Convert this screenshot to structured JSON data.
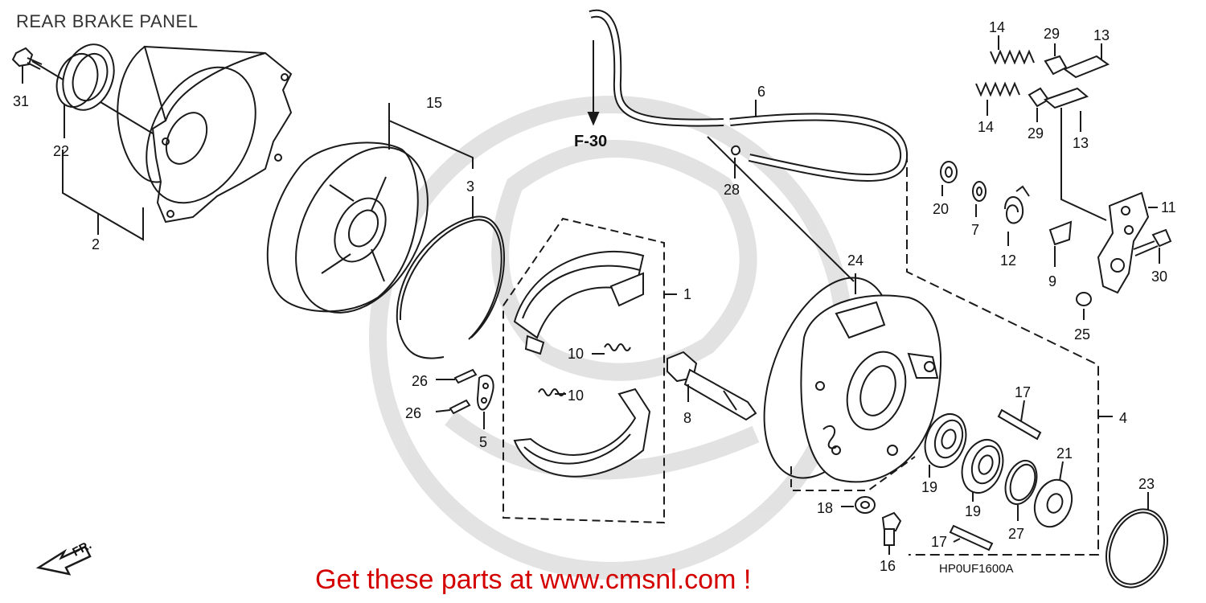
{
  "diagram": {
    "title": "REAR BRAKE PANEL",
    "drawing_code": "HP0UF1600A",
    "promo_text": "Get these parts at www.cmsnl.com !",
    "ref_label": "F-30",
    "front_label": "FR.",
    "callouts": {
      "c1": "1",
      "c2": "2",
      "c3": "3",
      "c4": "4",
      "c5": "5",
      "c6": "6",
      "c7": "7",
      "c8": "8",
      "c9": "9",
      "c10a": "10",
      "c10b": "10",
      "c11": "11",
      "c12": "12",
      "c13a": "13",
      "c13b": "13",
      "c14a": "14",
      "c14b": "14",
      "c15": "15",
      "c16": "16",
      "c17a": "17",
      "c17b": "17",
      "c18": "18",
      "c19a": "19",
      "c19b": "19",
      "c20": "20",
      "c21": "21",
      "c22": "22",
      "c23": "23",
      "c24": "24",
      "c25": "25",
      "c26a": "26",
      "c26b": "26",
      "c27": "27",
      "c28": "28",
      "c29a": "29",
      "c29b": "29",
      "c30": "30",
      "c31": "31"
    },
    "colors": {
      "line": "#1a1a1a",
      "watermark": "#d6d6d6",
      "promo": "#d40000"
    }
  }
}
